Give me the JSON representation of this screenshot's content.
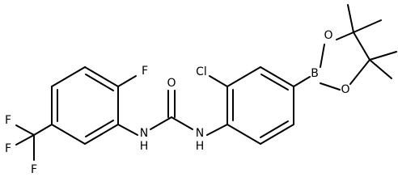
{
  "molecule": {
    "atoms": {
      "F_top": "F",
      "F_cf3_top": "F",
      "F_cf3_mid": "F",
      "F_cf3_bottom": "F",
      "O": "O",
      "NH_left": "N",
      "H_left": "H",
      "NH_right": "N",
      "H_right": "H",
      "Cl": "Cl",
      "B": "B",
      "O_upper": "O",
      "O_lower": "O"
    }
  }
}
